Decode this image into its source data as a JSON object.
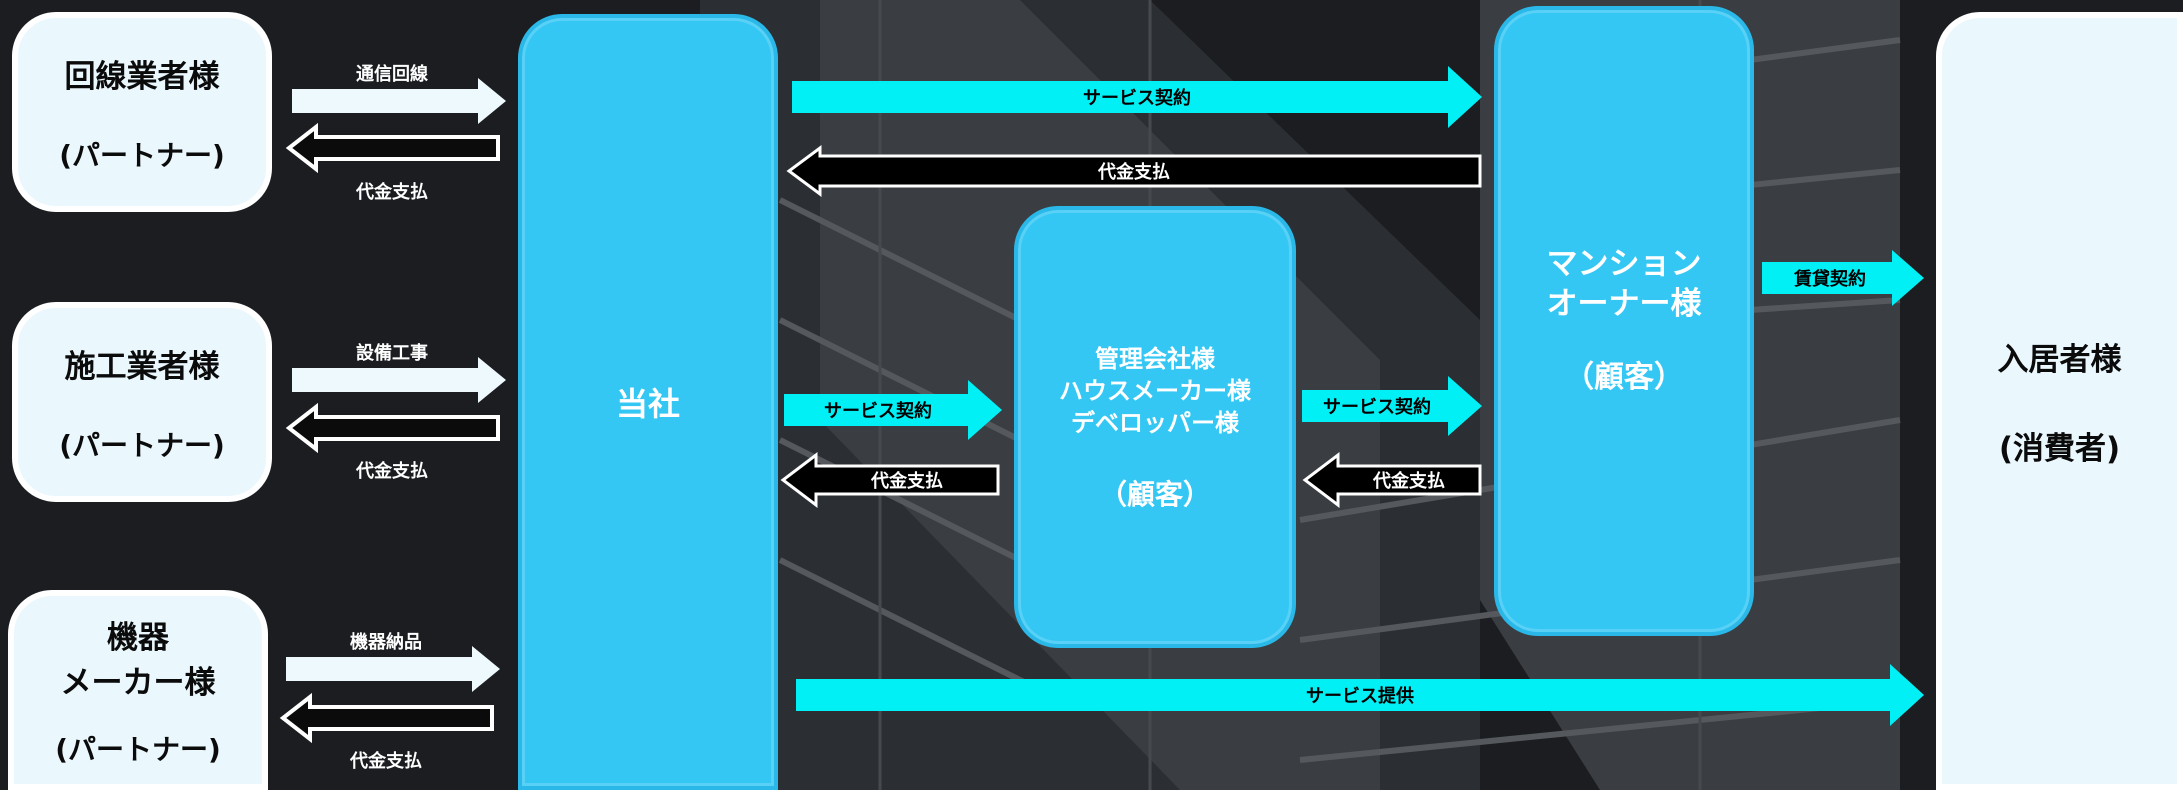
{
  "colors": {
    "cyan_arrow": "#00f0f5",
    "box_blue": "#35c7f4",
    "box_light": "#eaf7fd",
    "black_arrow": "#000000",
    "background": "#1a1c1f"
  },
  "partners": {
    "line_carrier": {
      "name": "回線業者様",
      "role": "(パートナー)"
    },
    "contractor": {
      "name": "施工業者様",
      "role": "(パートナー)"
    },
    "maker": {
      "name_1": "機器",
      "name_2": "メーカー様",
      "role": "(パートナー)"
    }
  },
  "partner_flows": {
    "line_carrier": {
      "to_company": "通信回線",
      "payment": "代金支払"
    },
    "contractor": {
      "to_company": "設備工事",
      "payment": "代金支払"
    },
    "maker": {
      "to_company": "機器納品",
      "payment": "代金支払"
    }
  },
  "company": {
    "name": "当社"
  },
  "management": {
    "line_1": "管理会社様",
    "line_2": "ハウスメーカー様",
    "line_3": "デベロッパー様",
    "tag": "（顧客）"
  },
  "owner": {
    "line_1": "マンション",
    "line_2": "オーナー様",
    "tag": "（顧客）"
  },
  "resident": {
    "name": "入居者様",
    "tag": "(消費者)"
  },
  "flows": {
    "service_contract_owner": "サービス契約",
    "payment_owner": "代金支払",
    "service_contract_management": "サービス契約",
    "payment_management": "代金支払",
    "service_contract_mgmt_owner": "サービス契約",
    "payment_owner_mgmt": "代金支払",
    "lease_contract": "賃貸契約",
    "service_provision": "サービス提供"
  }
}
